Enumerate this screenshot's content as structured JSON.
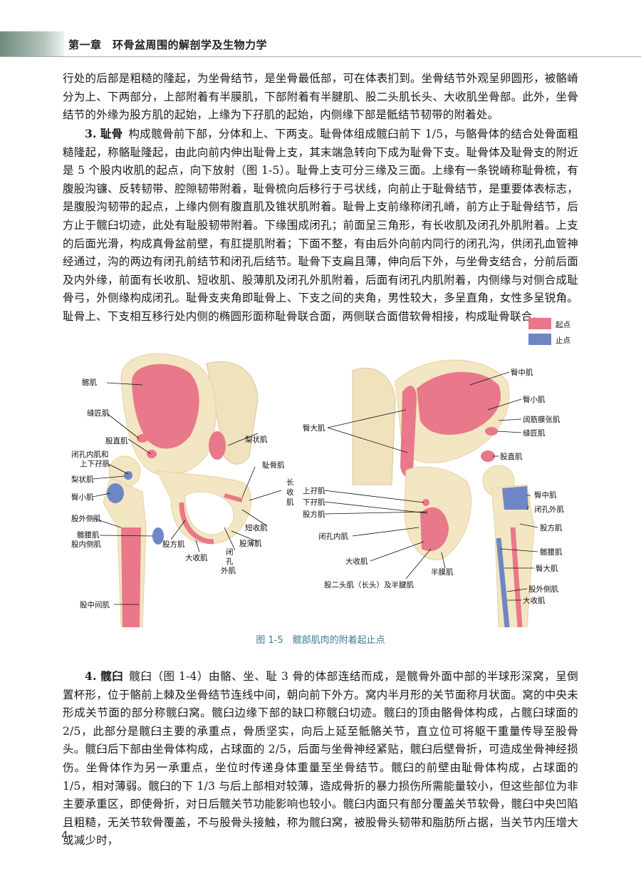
{
  "header": {
    "title": "第一章　环骨盆周围的解剖学及生物力学"
  },
  "para1": {
    "text": "行处的后部是粗糙的隆起，为坐骨结节，是坐骨最低部，可在体表扪到。坐骨结节外观呈卵圆形，被骼嵴分为上、下两部分，上部附着有半膜肌，下部附着有半腱肌、股二头肌长头、大收肌坐骨部。此外，坐骨结节的外缘为股方肌的起始，上缘为下孖肌的起始，内侧缘下部是骶结节韧带的附着处。"
  },
  "para2": {
    "number": "3.",
    "title": "耻骨",
    "text": "构成髋骨前下部，分体和上、下两支。耻骨体组成髋臼前下 1/5，与骼骨体的结合处骨面粗糙隆起，称骼耻隆起，由此向前内伸出耻骨上支，其末端急转向下成为耻骨下支。耻骨体及耻骨支的附近是 5 个股内收肌的起点，向下放射（图 1-5）。耻骨上支可分三缘及三面。上缘有一条锐嵴称耻骨梳，有腹股沟镰、反转韧带、腔隙韧带附着，耻骨梳向后移行于弓状线，向前止于耻骨结节，是重要体表标志，是腹股沟韧带的起点，上缘内侧有腹直肌及锥状肌附着。耻骨上支前缘称闭孔嵴，前方止于耻骨结节，后方止于髋臼切迹，此处有耻股韧带附着。下缘围成闭孔；前面呈三角形，有长收肌及闭孔外肌附着。上支的后面光滑，构成真骨盆前壁，有肛提肌附着；下面不整，有由后外向前内同行的闭孔沟，供闭孔血管神经通过，沟的两边有闭孔前结节和闭孔后结节。耻骨下支扁且薄，伸向后下外，与坐骨支结合，分前后面及内外缘，前面有长收肌、短收肌、股薄肌及闭孔外肌附着，后面有闭孔内肌附着，内侧缘与对侧合成耻骨弓，外侧缘构成闭孔。耻骨支夹角即耻骨上、下支之间的夹角，男性较大，多呈直角，女性多呈锐角。耻骨上、下支相互移行处内侧的椭圆形面称耻骨联合面，两侧联合面借软骨相接，构成耻骨联合。"
  },
  "figure": {
    "caption": "图 1-5　髋部肌肉的附着起止点",
    "legend": {
      "origin": "起点",
      "insertion": "止点"
    },
    "colors": {
      "origin": "#e8788a",
      "insertion": "#6f86c4",
      "bone": "#f3e6c2",
      "bone_edge": "#e3d2a4",
      "text_teal": "#3a7d8f"
    },
    "left_labels": {
      "iliacus": "髂肌",
      "sartorius": "缝匠肌",
      "rectus": "股直肌",
      "obturator_internus": "闭孔内肌和",
      "obturator_internus2": "上下孖肌",
      "piriformis": "梨状肌",
      "gluteus_minimus": "臀小肌",
      "vastus_lateralis": "股外侧肌",
      "iliopsoas": "髂腰肌",
      "vastus_medialis": "股内侧肌",
      "vastus_intermedius": "股中间肌",
      "quadratus": "股方肌",
      "adductor_magnus": "大收肌",
      "obturator_externus1": "闭",
      "obturator_externus2": "孔",
      "obturator_externus3": "外肌",
      "gracilis": "股薄肌",
      "adductor_brevis": "短收肌",
      "pectineus": "耻骨肌",
      "piriformis_right": "梨状肌",
      "adductor_longus1": "长",
      "adductor_longus2": "收",
      "adductor_longus3": "肌"
    },
    "right_labels": {
      "gluteus_medius": "臀中肌",
      "gluteus_minimus": "臀小肌",
      "tensor": "阔筋膜张肌",
      "sartorius": "缝匠肌",
      "gluteus_maximus": "臀大肌",
      "rectus": "股直肌",
      "superior_gemellus": "上孖肌",
      "inferior_gemellus": "下孖肌",
      "quadratus": "股方肌",
      "obturator_internus": "闭孔内肌",
      "adductor_magnus": "大收肌",
      "biceps": "股二头肌（长头）及半腱肌",
      "semimembranosus": "半膜肌",
      "gluteus_medius_ins": "臀中肌",
      "obturator_externus_ins": "闭孔外肌",
      "quadratus_ins": "股方肌",
      "iliopsoas_ins": "髂腰肌",
      "gluteus_maximus_ins": "臀大肌",
      "vastus_lateralis": "股外侧肌",
      "adductor_magnus_ins": "大收肌"
    }
  },
  "para3": {
    "number": "4.",
    "title": "髋臼",
    "text": "髋臼（图 1-4）由骼、坐、耻 3 骨的体部连结而成，是髋骨外面中部的半球形深窝，呈倒置杯形，位于骼前上棘及坐骨结节连线中间，朝向前下外方。窝内半月形的关节面称月状面。窝的中央未形成关节面的部分称髋臼窝。髋臼边缘下部的缺口称髋臼切迹。髋臼的顶由骼骨体构成，占髋臼球面的 2/5，此部分是髋臼主要的承重点，骨质坚实，向后上延至骶骼关节，直立位可将躯干重量传导至股骨头。髋臼后下部由坐骨体构成，占球面的 2/5，后面与坐骨神经紧贴，髋臼后壁骨折，可造成坐骨神经损伤。坐骨体作为另一承重点，坐位时传递身体重量至坐骨结节。髋臼的前壁由耻骨体构成，占球面的 1/5，相对薄弱。髋臼的下 1/3 与后上部相对较薄，造成骨折的暴力损伤所需能量较小，但这些部位为非主要承重区，即使骨折，对日后髋关节功能影响也较小。髋臼内面只有部分覆盖关节软骨，髋臼中央凹陷且粗糙，无关节软骨覆盖，不与股骨头接触，称为髋臼窝，被股骨头韧带和脂肪所占据，当关节内压增大或减少时，"
  },
  "page_number": "4"
}
